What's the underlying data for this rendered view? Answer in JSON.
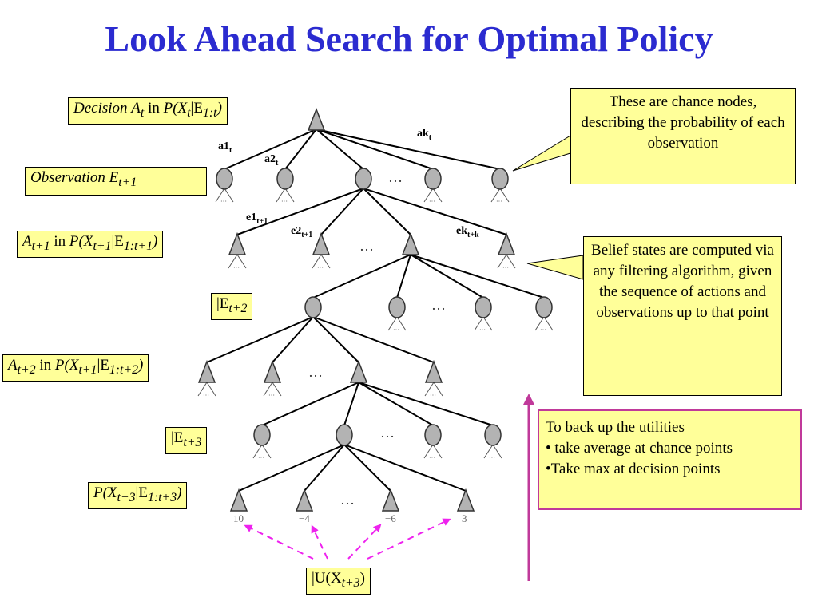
{
  "title": "Look Ahead Search for Optimal Policy",
  "row_labels": {
    "decision_t": {
      "pre": "Decision",
      "a": "A",
      "a_sub": "t",
      "mid": " in ",
      "p": "P(X",
      "p_sub": "t",
      "bar": "|E",
      "e_sub": "1:t",
      "close": ")"
    },
    "observation_t1": {
      "text": "Observation E",
      "sub": "t+1"
    },
    "decision_t1": {
      "a": "A",
      "a_sub": "t+1",
      "mid": " in ",
      "p": "P(X",
      "p_sub": "t+1",
      "bar": "|E",
      "e_sub": "1:t+1",
      "close": ")"
    },
    "obs_t2": {
      "bar": "|E",
      "sub": "t+2"
    },
    "decision_t2": {
      "a": "A",
      "a_sub": "t+2",
      "mid": " in ",
      "p": "P(X",
      "p_sub": "t+1",
      "bar": "|E",
      "e_sub": "1:t+2",
      "close": ")"
    },
    "obs_t3": {
      "bar": "|E",
      "sub": "t+3"
    },
    "leaf_t3": {
      "p": "P(X",
      "p_sub": "t+3",
      "bar": "|E",
      "e_sub": "1:t+3",
      "close": ")"
    },
    "utility": {
      "bar": "|U(X",
      "sub": "t+3",
      "close": ")"
    }
  },
  "edge_labels": {
    "a1": {
      "main": "a1",
      "sub": "t"
    },
    "a2": {
      "main": "a2",
      "sub": "t"
    },
    "ak": {
      "main": "ak",
      "sub": "t"
    },
    "e1": {
      "main": "e1",
      "sub": "t+1"
    },
    "e2": {
      "main": "e2",
      "sub": "t+1"
    },
    "ek": {
      "main": "ek",
      "sub": "t+k"
    }
  },
  "ellipsis": "…",
  "small_dots": "···",
  "leaf_values": [
    "10",
    "−4",
    "−6",
    "3"
  ],
  "callout_chance": "These are chance nodes, describing the probability of each observation",
  "callout_belief": "Belief states are computed via any filtering algorithm, given the sequence of actions and observations up to that point",
  "backup_note": {
    "line1": "To back up the utilities",
    "line2": "• take average at chance points",
    "line3": "•Take max at decision points"
  },
  "colors": {
    "title": "#2b2bd0",
    "box_fill": "#ffff99",
    "node_fill": "#b3b3b3",
    "arrow": "#c0399a",
    "dashed": "#ee22ee"
  }
}
